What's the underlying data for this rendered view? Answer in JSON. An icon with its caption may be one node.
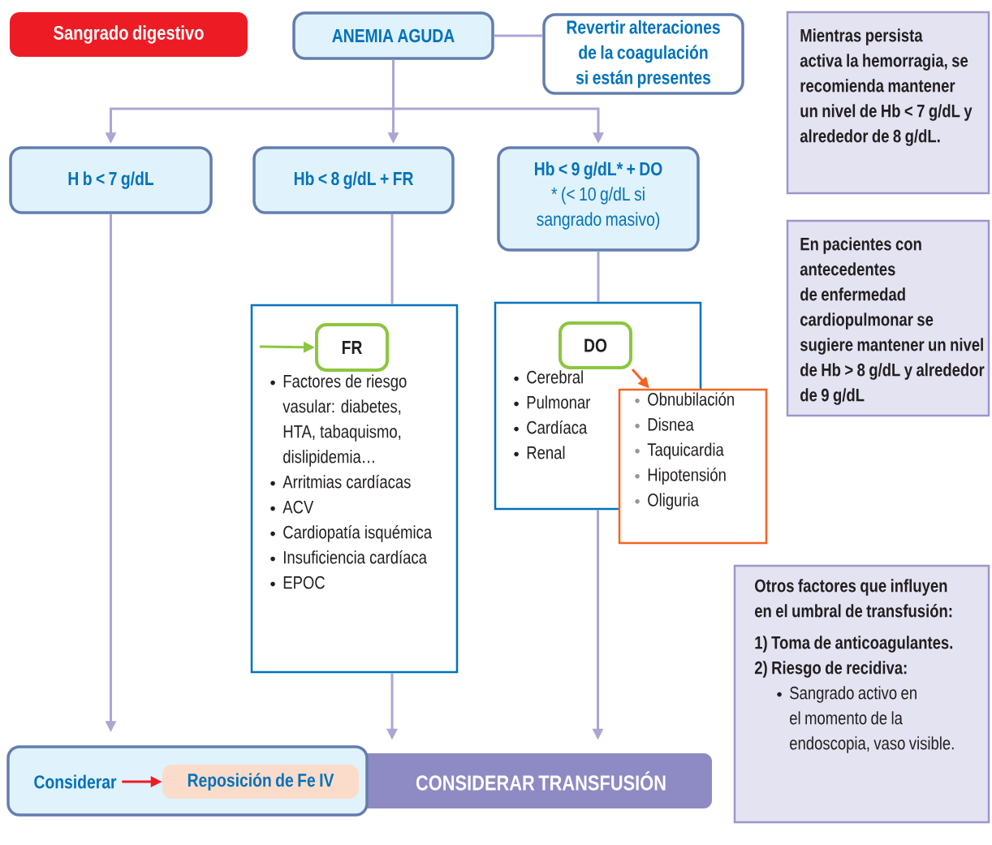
{
  "diagram": {
    "nodes": [
      {
        "text": [
          "Sangrado digestivo"
        ]
      },
      {
        "text": [
          "ANEMIA AGUDA"
        ]
      },
      {
        "text": [
          "Revertir alteraciones de la coagulación si están presentes"
        ]
      },
      {
        "text": [
          "Mientras persista activa la hemorragia, se recomienda mantener un nivel de Hb < 7 g/dL y alrededor de 8 g/dL."
        ]
      },
      {
        "text": [
          "H b < 7 g/dL"
        ]
      },
      {
        "text": [
          "Hb < 8 g/dL + FR"
        ]
      },
      {
        "text": [
          "Hb < 9 g/dL* + DO",
          "* (< 10 g/dL si sangrado masivo)"
        ]
      },
      {
        "text": [
          "En pacientes con antecedentes de enfermedad cardiopulmonar se sugiere mantener un nivel de Hb > 8 g/dL y alrededor de 9 g/dL"
        ]
      },
      {
        "text": [
          "Factores de riesgo vasular: diabetes, HTA, tabaquismo, dislipidemia…",
          "Arritmias cardíacas",
          "ACV",
          "Cardiopatía isquémica",
          "Insuficiencia cardíaca",
          "EPOC"
        ]
      },
      {
        "text": [
          "FR"
        ],
        "in": 8
      },
      {
        "text": [
          "Cerebral",
          "Pulmonar",
          "Cardíaca",
          "Renal"
        ]
      },
      {
        "text": [
          "DO"
        ],
        "in": 10
      },
      {
        "text": [
          "Obnubilación",
          "Disnea",
          "Taquicardia",
          "Hipotensión",
          "Oliguria"
        ]
      },
      {
        "text": [
          "Otros factores que influyen en el umbral de transfusión:",
          "1) Toma de anticoagulantes.",
          "2) Riesgo de recidiva:",
          "Sangrado activo en el momento de la endoscopia, vaso visible."
        ]
      },
      {
        "text": [],
        "shape": "box"
      },
      {
        "text": [
          "Considerar"
        ],
        "in": 14
      },
      {
        "text": [
          "Reposición de Fe IV"
        ],
        "in": 14
      },
      {
        "text": [
          "CONSIDERAR TRANSFUSIÓN"
        ]
      }
    ],
    "edges": [
      {
        "from": 1,
        "to": 2,
        "arrow": "none"
      },
      {
        "from": 1,
        "to": 4,
        "arrow": "to"
      },
      {
        "from": 1,
        "to": 5,
        "arrow": "to"
      },
      {
        "from": 1,
        "to": 6,
        "arrow": "to"
      },
      {
        "from": 4,
        "to": 14,
        "arrow": "to"
      },
      {
        "from": 5,
        "to": 8,
        "arrow": "none"
      },
      {
        "from": 8,
        "to": 17,
        "arrow": "to"
      },
      {
        "from": 6,
        "to": 10,
        "arrow": "none"
      },
      {
        "from": 10,
        "to": 17,
        "arrow": "to"
      },
      {
        "from": null,
        "to": 9,
        "arrow": "to",
        "color": "#8dc63f"
      },
      {
        "from": 11,
        "to": 12,
        "arrow": "to",
        "color": "#f26522"
      },
      {
        "from": 15,
        "to": 16,
        "arrow": "to",
        "color": "#ed1c24"
      }
    ]
  }
}
